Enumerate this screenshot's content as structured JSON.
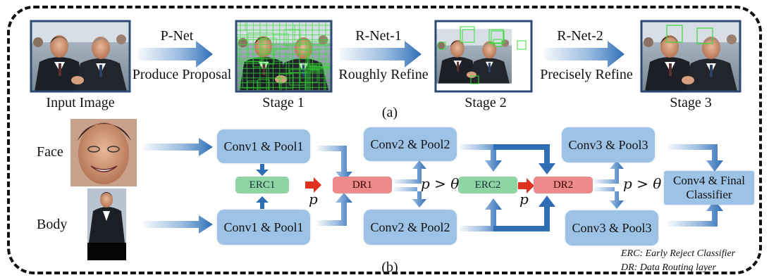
{
  "part_a": {
    "caption": "(a)",
    "stages": [
      {
        "label": "Input Image"
      },
      {
        "label": "Stage 1"
      },
      {
        "label": "Stage 2"
      },
      {
        "label": "Stage 3"
      }
    ],
    "arrows": [
      {
        "net": "P-Net",
        "action": "Produce Proposal"
      },
      {
        "net": "R-Net-1",
        "action": "Roughly Refine"
      },
      {
        "net": "R-Net-2",
        "action": "Precisely Refine"
      }
    ]
  },
  "part_b": {
    "caption": "(b)",
    "inputs": {
      "face": "Face",
      "body": "Body"
    },
    "blocks": {
      "conv1_top": "Conv1 & Pool1",
      "conv1_bottom": "Conv1 & Pool1",
      "conv2_top": "Conv2 & Pool2",
      "conv2_bottom": "Conv2 & Pool2",
      "conv3_top": "Conv3 & Pool3",
      "conv3_bottom": "Conv3 & Pool3",
      "final": "Conv4 & Final Classifier"
    },
    "erc1": "ERC1",
    "erc2": "ERC2",
    "dr1": "DR1",
    "dr2": "DR2",
    "p_symbol": "p",
    "condition": "p > θ",
    "legend": {
      "erc": "ERC: Early Reject Classifier",
      "dr": "DR: Data Routing layer"
    }
  },
  "colors": {
    "block": "#9cc3e6",
    "erc": "#8ed4a4",
    "dr": "#ef8a8a",
    "arrow_blue": "#4a86c8",
    "arrow_red": "#e03020",
    "detection_box": "#33dd33",
    "photo_border": "#2d4a73"
  }
}
